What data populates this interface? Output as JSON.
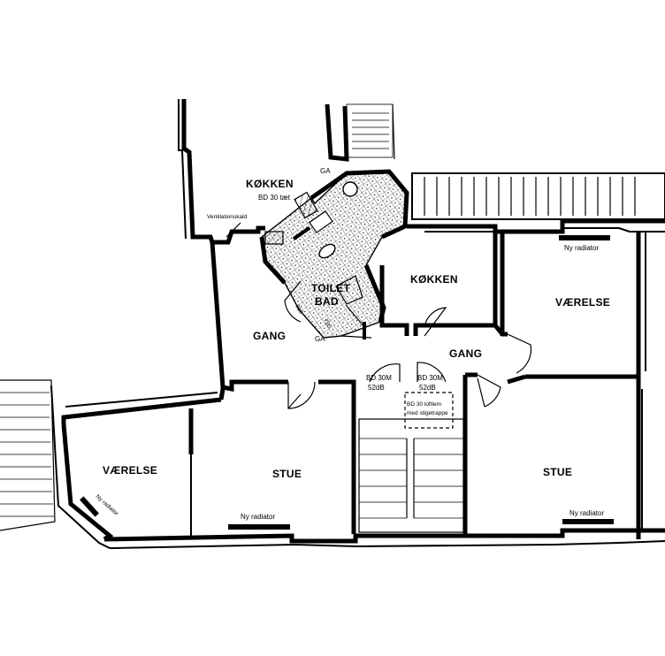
{
  "rooms": {
    "kokken_left": "KØKKEN",
    "kokken_center": "KØKKEN",
    "toilet_line1": "TOILET",
    "toilet_line2": "BAD",
    "gang_left": "GANG",
    "gang_right": "GANG",
    "vaerelse_right": "VÆRELSE",
    "vaerelse_left": "VÆRELSE",
    "stue_left": "STUE",
    "stue_right": "STUE"
  },
  "notes": {
    "bd30_kitchen": "BD 30 tæt",
    "ventilation": "Ventilationskald",
    "ga_top": "GA",
    "ga_bottom": "GA",
    "door_left_line1": "BD  30M",
    "door_left_line2": "52dB",
    "door_right_line1": "BD  30M",
    "door_right_line2": "52dB",
    "stair_note_line1": "BD 30 loftlem",
    "stair_note_line2": "med stigetrappe",
    "dim_810": "810",
    "dim_750": "750"
  },
  "radiators": {
    "top_right": "Ny radiator",
    "bottom_left": "Ny radiator",
    "bottom_right": "Ny radiator",
    "corner_left": "Ny radiator"
  }
}
